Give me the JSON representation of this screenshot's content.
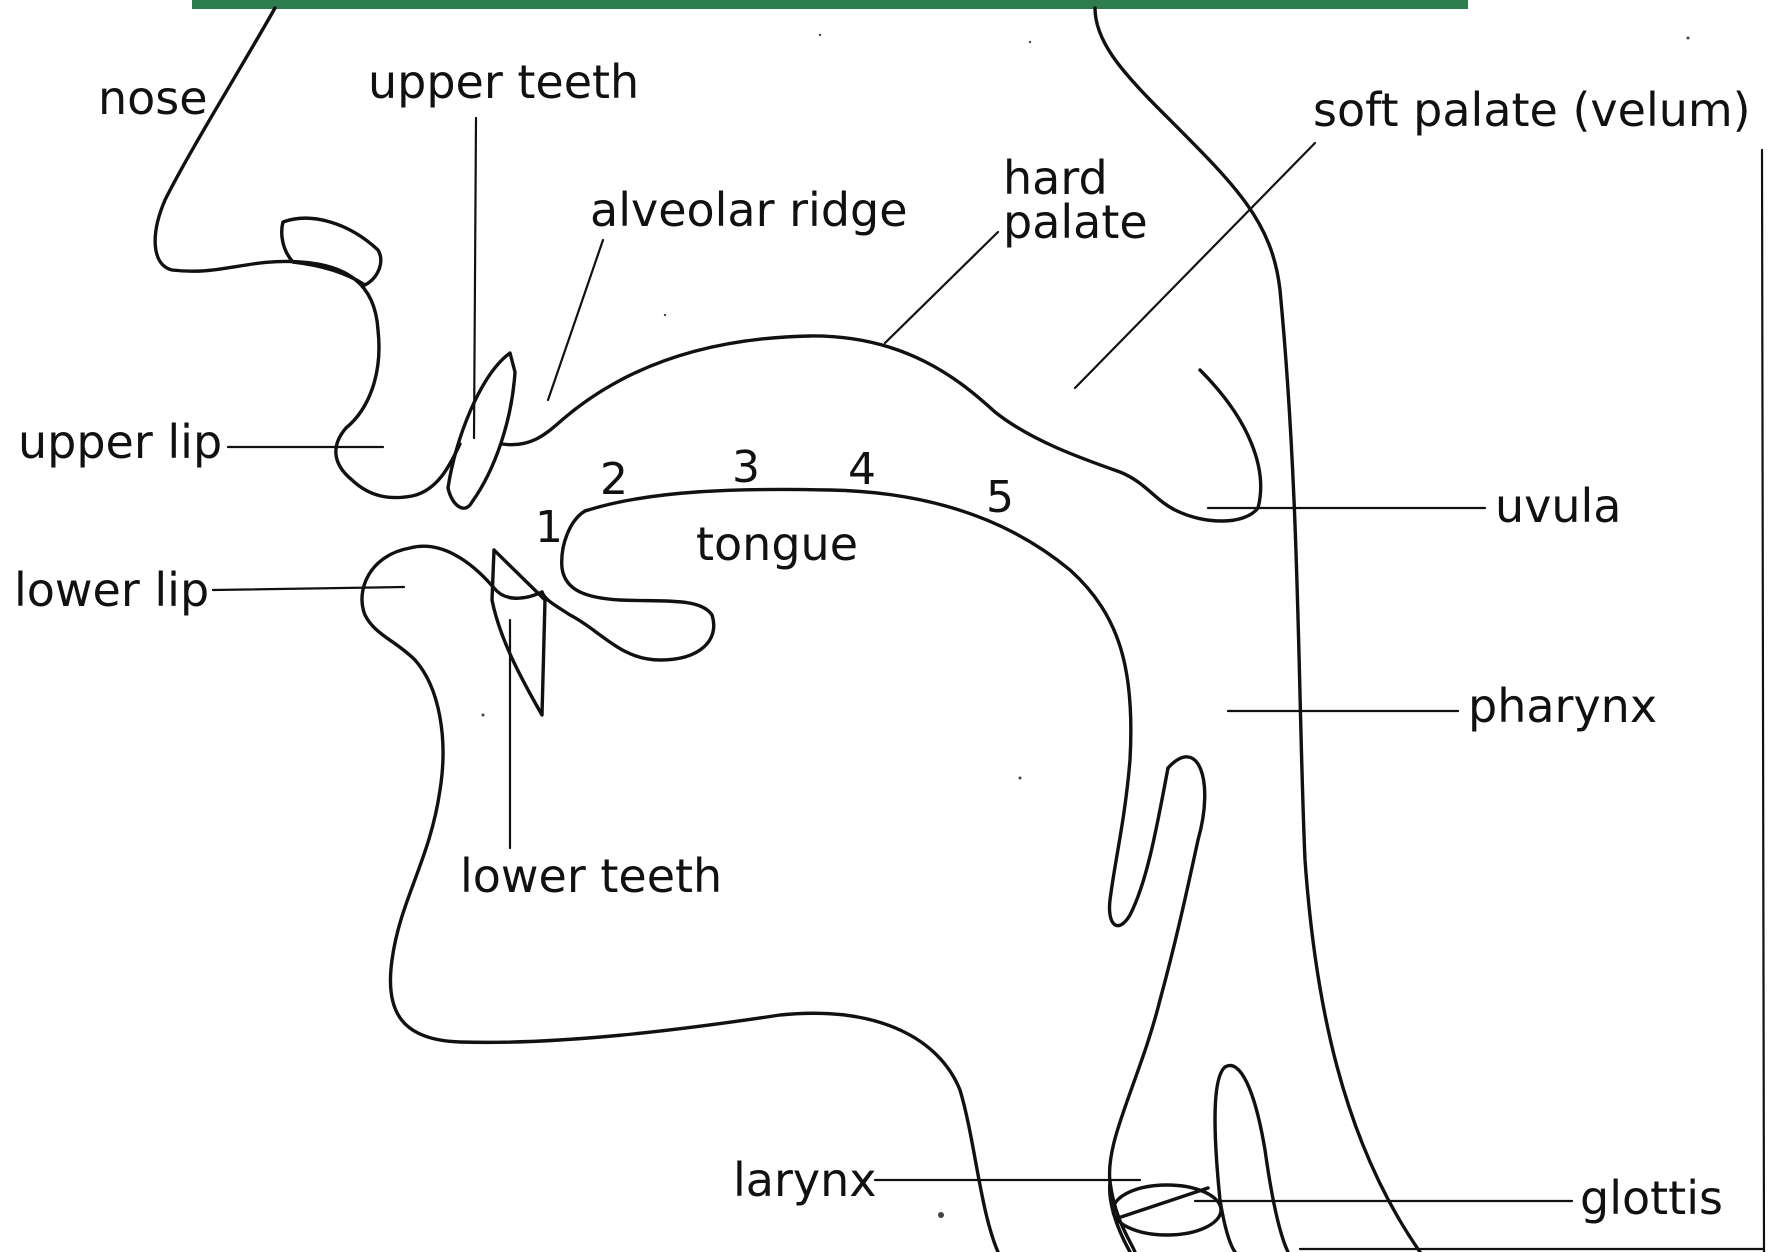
{
  "colors": {
    "banner": "#2e7d4f",
    "ink": "#111111",
    "background": "#ffffff"
  },
  "labels": {
    "nose": "nose",
    "upper_teeth": "upper teeth",
    "alveolar_ridge": "alveolar ridge",
    "hard_palate_line1": "hard",
    "hard_palate_line2": "palate",
    "soft_palate": "soft palate (velum)",
    "upper_lip": "upper lip",
    "uvula": "uvula",
    "tongue": "tongue",
    "lower_lip": "lower lip",
    "pharynx": "pharynx",
    "lower_teeth": "lower teeth",
    "larynx": "larynx",
    "glottis": "glottis"
  },
  "place_numbers": [
    "1",
    "2",
    "3",
    "4",
    "5"
  ]
}
